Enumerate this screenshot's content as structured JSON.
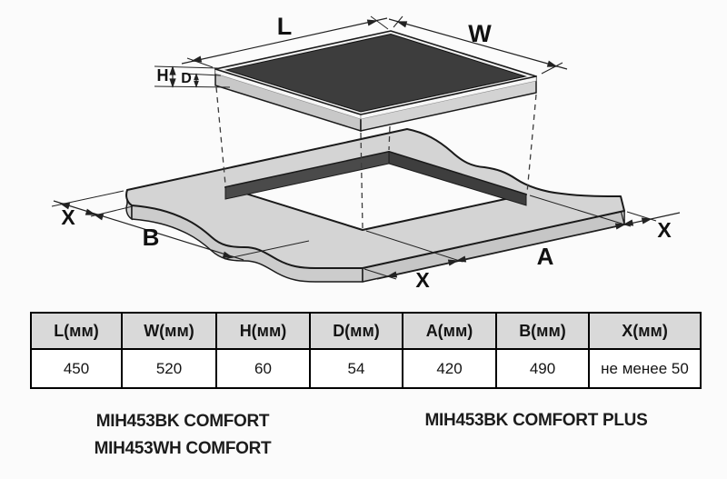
{
  "diagram": {
    "labels": {
      "length": "L",
      "width": "W",
      "height": "H",
      "depth": "D",
      "cutout_length": "A",
      "cutout_width": "B",
      "margin": "X"
    },
    "colors": {
      "glass": "#3d3d3d",
      "rim": "#ededed",
      "body_left": "#c8c8c8",
      "body_right": "#d3d3d3",
      "body_trim": "#f7f7f7",
      "counter_top": "#d4d4d4",
      "counter_front": "#c6c6c6",
      "counter_band": "#cccccc",
      "counter_end": "#d0d0d0",
      "cutout_wall_left": "#4a4a4a",
      "cutout_wall_right": "#3e3e3e"
    }
  },
  "table": {
    "headers": [
      "L(мм)",
      "W(мм)",
      "H(мм)",
      "D(мм)",
      "A(мм)",
      "B(мм)",
      "X(мм)"
    ],
    "values": [
      "450",
      "520",
      "60",
      "54",
      "420",
      "490",
      "не менее 50"
    ]
  },
  "models": {
    "left_line1": "MIH453BK COMFORT",
    "left_line2": "MIH453WH COMFORT",
    "right": "MIH453BK COMFORT PLUS"
  }
}
